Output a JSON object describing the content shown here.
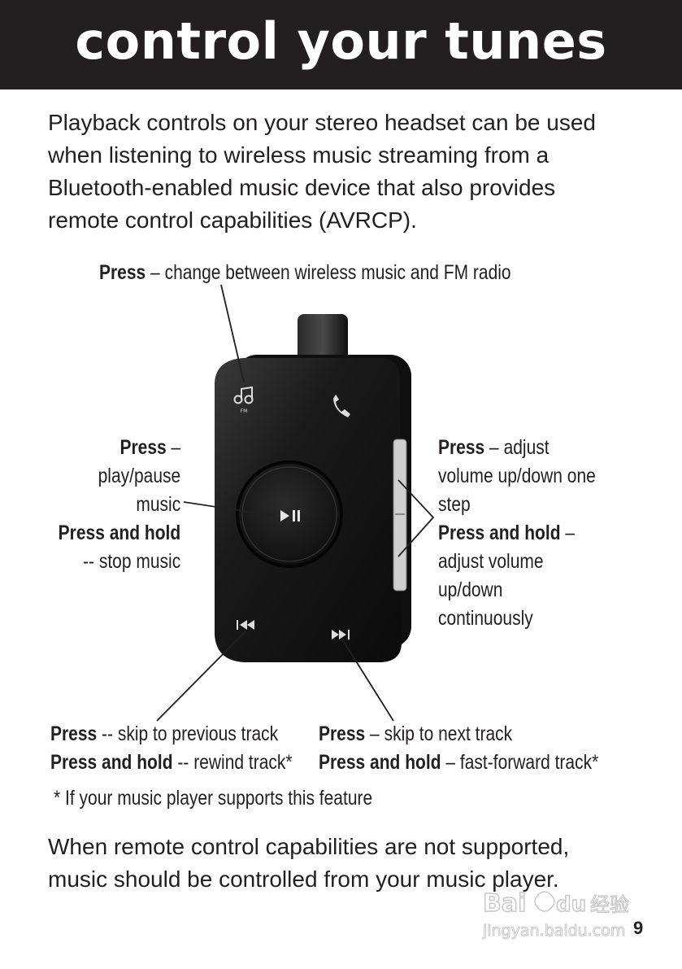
{
  "page": {
    "title": "control your tunes",
    "intro": [
      "Playback controls on your stereo headset can be used",
      "when listening to wireless music streaming from a",
      "Bluetooth-enabled music device that also provides",
      "remote control capabilities (AVRCP)."
    ],
    "callouts": {
      "fm": {
        "bold": "Press",
        "text": " – change between wireless music and FM radio"
      },
      "playpause": {
        "l1b": "Press",
        "l1": " –",
        "l2": "play/pause",
        "l3": "music",
        "l4b": "Press and hold",
        "l5": "-- stop music"
      },
      "volume": {
        "l1b": "Press",
        "l1": " – adjust",
        "l2": "volume up/down one",
        "l3": "step",
        "l4b": "Press and hold",
        "l4": " –",
        "l5": "adjust volume",
        "l6": "up/down",
        "l7": "continuously"
      },
      "prev": {
        "l1b": "Press",
        "l1": " -- skip to previous track",
        "l2b": "Press and hold",
        "l2": " -- rewind track*"
      },
      "next": {
        "l1b": "Press",
        "l1": " – skip to next track",
        "l2b": "Press and hold",
        "l2": " – fast-forward track*"
      }
    },
    "footnote": "*  If your music player supports this feature",
    "outro": [
      "When remote control capabilities are not supported,",
      "music should be controlled from your music player."
    ],
    "page_number": "9",
    "device": {
      "fm_label": "FM"
    },
    "watermark": {
      "brand": "Bai",
      "brand2": "du",
      "cn": "经验",
      "url": "jingyan.baidu.com"
    }
  },
  "colors": {
    "header_bg": "#231f20",
    "text": "#231f20",
    "device": "#141414"
  }
}
